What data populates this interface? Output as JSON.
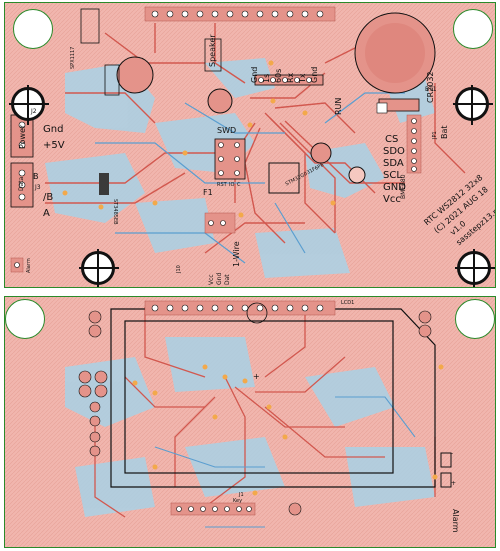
{
  "top_board": {
    "title_lines": [
      "RTC WS2812 32x8",
      "(C) 2021 AUG 18",
      "v1.0",
      "sasstepz13.pl"
    ],
    "headers": {
      "power": [
        "Power",
        "Gnd",
        "+5V"
      ],
      "data": [
        "Data",
        "A",
        "/B",
        "B"
      ],
      "uart": [
        "Gnd",
        "1s",
        "60s",
        "Rx",
        "Tx",
        "Gnd"
      ],
      "i2c": [
        "CS",
        "SDO",
        "SDA",
        "SCL",
        "GND",
        "Vcc"
      ],
      "onewire": [
        "1-Wire",
        "Vcc",
        "Gnd",
        "Dat"
      ]
    },
    "labels": {
      "speaker": "Speaker",
      "swd": "SWD",
      "run": "RUN",
      "bat": "Bat",
      "cr2032": "CR2032",
      "bme680": "BME680",
      "st3485eb": "ST3485EB",
      "stm32": "STM32G031F6P6",
      "tle4x": "SPX1117",
      "alarm": "Alarm",
      "fuse": "F1",
      "j3": "J3",
      "j2": "J2",
      "j4": "J4",
      "j10": "J10",
      "j6": "J6",
      "j7": "J7",
      "j8": "J8",
      "j1": "J1",
      "bt1": "BT1",
      "jp1": "JP1",
      "rst": "RST",
      "io": "IO",
      "c": "C",
      "vcc": "Vcc"
    }
  },
  "bottom_board": {
    "labels": {
      "lcd": "LCD1",
      "key": "Key",
      "j1": "J1",
      "alarm": "Alarm",
      "plus": "+",
      "minus": "-"
    }
  },
  "colors": {
    "board": "#f1b6ae",
    "copper_top": "#e4938a",
    "copper_bottom": "#a9d2e6",
    "trace_red": "#d2584f",
    "via": "#f3a94a",
    "outline": "#2a8a2a",
    "silk": "#111111"
  }
}
